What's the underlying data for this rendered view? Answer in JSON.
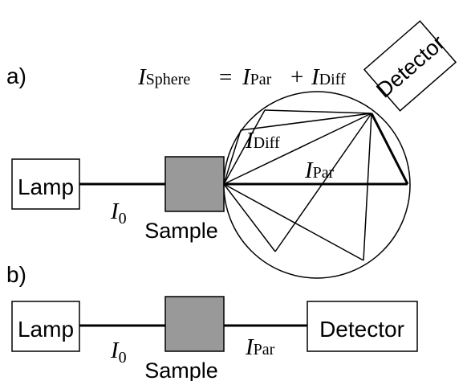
{
  "panel_a": {
    "label": "a)",
    "lamp": "Lamp",
    "sample": "Sample",
    "detector": "Detector",
    "i0": {
      "symbol": "I",
      "sub": "0"
    },
    "i_sphere": {
      "symbol": "I",
      "sub": "Sphere"
    },
    "equals": "=",
    "plus": "+",
    "i_par_eq": {
      "symbol": "I",
      "sub": "Par"
    },
    "i_diff_eq": {
      "symbol": "I",
      "sub": "Diff"
    },
    "i_diff": {
      "symbol": "I",
      "sub": "Diff"
    },
    "i_par": {
      "symbol": "I",
      "sub": "Par"
    }
  },
  "panel_b": {
    "label": "b)",
    "lamp": "Lamp",
    "sample": "Sample",
    "detector": "Detector",
    "i0": {
      "symbol": "I",
      "sub": "0"
    },
    "i_par": {
      "symbol": "I",
      "sub": "Par"
    }
  },
  "colors": {
    "line": "#000000",
    "sample_fill": "#999999",
    "box_fill": "#ffffff"
  }
}
